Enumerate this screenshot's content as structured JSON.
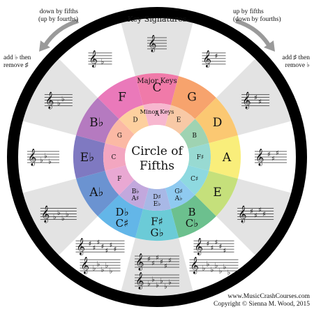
{
  "title": "Key Signatures",
  "center_title": [
    "Circle of",
    "Fifths"
  ],
  "major_ring_label": "Major Keys",
  "minor_ring_label": "Minor Keys",
  "corners": {
    "top_left_1": "down by fifths",
    "top_left_2": "(up by fourths)",
    "top_right_1": "up by fifths",
    "top_right_2": "(down by fourths)",
    "left_hint_1": "add ♭ then",
    "left_hint_2": "remove ♯",
    "right_hint_1": "add ♯ then",
    "right_hint_2": "remove ♭",
    "website": "www.MusicCrashCourses.com",
    "copyright": "Copyright © Sienna M. Wood, 2015"
  },
  "major_keys": [
    {
      "label": "C",
      "color": "#f07aa9"
    },
    {
      "label": "G",
      "color": "#f7a36d"
    },
    {
      "label": "D",
      "color": "#fbc872"
    },
    {
      "label": "A",
      "color": "#f9ee7b"
    },
    {
      "label": "E",
      "color": "#c5e07b"
    },
    {
      "label": "B / C♭",
      "color": "#6cc08e"
    },
    {
      "label": "F♯ / G♭",
      "color": "#6bcbd7"
    },
    {
      "label": "D♭ / C♯",
      "color": "#63b6e8"
    },
    {
      "label": "A♭",
      "color": "#6b93d1"
    },
    {
      "label": "E♭",
      "color": "#7f79c1"
    },
    {
      "label": "B♭",
      "color": "#b57ac0"
    },
    {
      "label": "F",
      "color": "#ea79ba"
    }
  ],
  "minor_keys": [
    {
      "label": "A",
      "color": "#f7b7cf"
    },
    {
      "label": "E",
      "color": "#f8c9a6"
    },
    {
      "label": "B",
      "color": "#9fd3b2"
    },
    {
      "label": "F♯",
      "color": "#98dad2"
    },
    {
      "label": "C♯",
      "color": "#8ed9e0"
    },
    {
      "label": "G♯ / A♭",
      "color": "#8fcaf0"
    },
    {
      "label": "D♯ / E♭",
      "color": "#a8b8e6"
    },
    {
      "label": "B♭ / A♯",
      "color": "#c2a8dd"
    },
    {
      "label": "F",
      "color": "#e9a8d3"
    },
    {
      "label": "C",
      "color": "#f3a6c0"
    },
    {
      "label": "G",
      "color": "#fbb9a4"
    },
    {
      "label": "D",
      "color": "#fdd09f"
    }
  ],
  "signatures": [
    {
      "key": "C",
      "sharps": 0,
      "flats": 0
    },
    {
      "key": "G",
      "sharps": 1,
      "flats": 0
    },
    {
      "key": "D",
      "sharps": 2,
      "flats": 0
    },
    {
      "key": "A",
      "sharps": 3,
      "flats": 0
    },
    {
      "key": "E",
      "sharps": 4,
      "flats": 0
    },
    {
      "key": "B / C♭",
      "sharps": 5,
      "flats": 7
    },
    {
      "key": "F♯ / G♭",
      "sharps": 6,
      "flats": 6
    },
    {
      "key": "D♭ / C♯",
      "sharps": 7,
      "flats": 5
    },
    {
      "key": "A♭",
      "sharps": 0,
      "flats": 4
    },
    {
      "key": "E♭",
      "sharps": 0,
      "flats": 3
    },
    {
      "key": "B♭",
      "sharps": 0,
      "flats": 2
    },
    {
      "key": "F",
      "sharps": 0,
      "flats": 1
    }
  ],
  "colors": {
    "outer_circle": "#000000",
    "wedge_gray": "#e3e3e3",
    "arrow_gray": "#9a9a9a",
    "center_fill": "#ffffff"
  }
}
